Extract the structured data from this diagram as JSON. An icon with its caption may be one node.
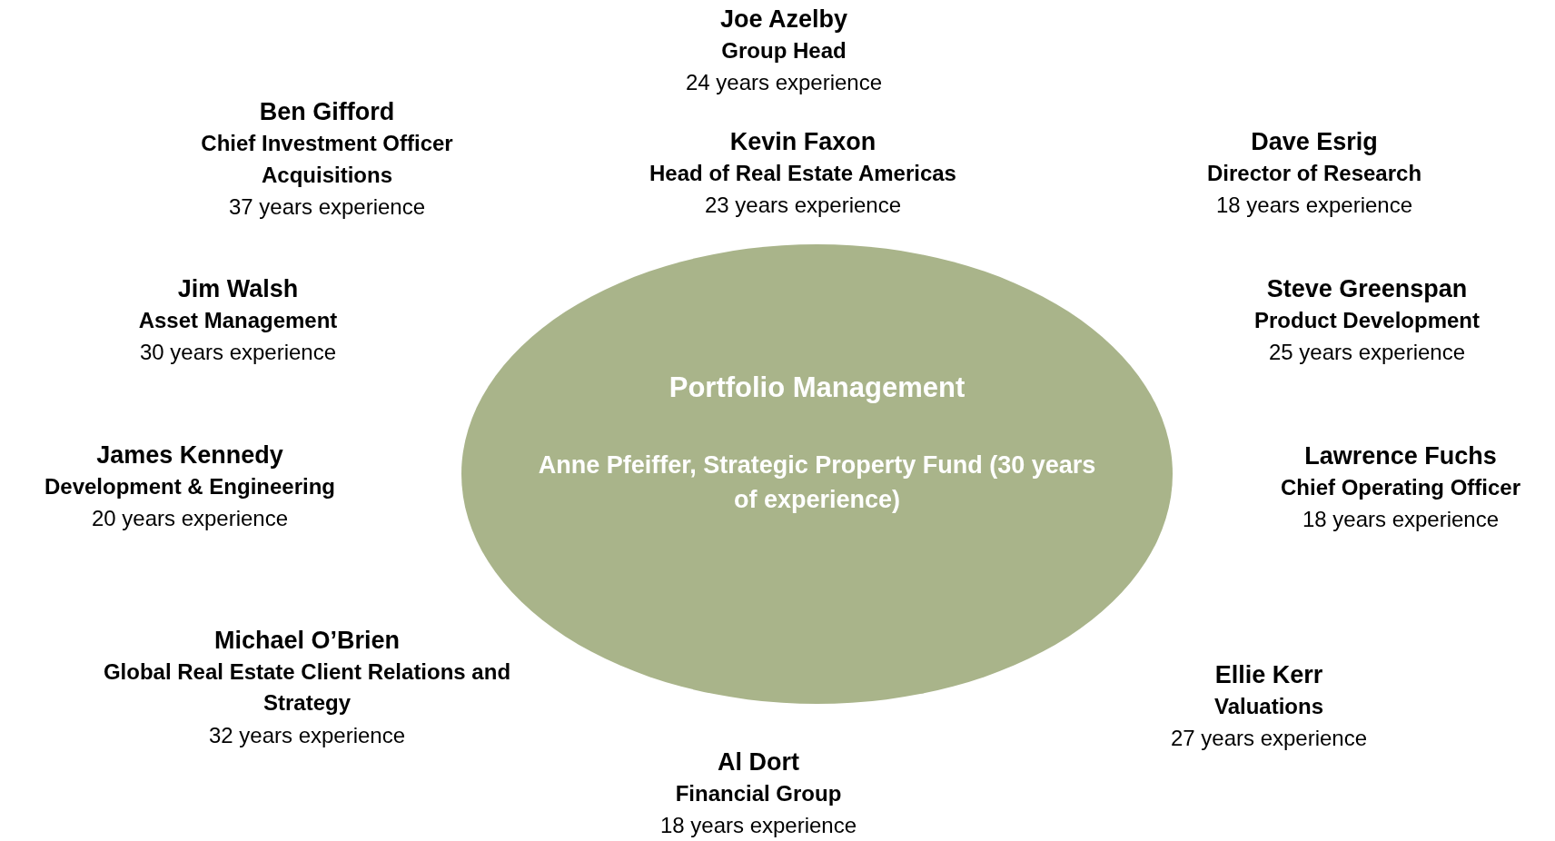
{
  "diagram": {
    "nodes": [
      {
        "text": [
          "Portfolio Management",
          "Anne Pfeiffer, Strategic Property Fund (30 years of experience)"
        ]
      }
    ],
    "labels": [
      "Joe Azelby",
      "Group Head",
      "24 years experience",
      "Ben Gifford",
      "Chief Investment Officer",
      "Acquisitions",
      "37 years experience",
      "Kevin Faxon",
      "Head of Real Estate Americas",
      "23 years experience",
      "Dave Esrig",
      "Director of Research",
      "18 years experience",
      "Jim Walsh",
      "Asset Management",
      "30 years experience",
      "Steve Greenspan",
      "Product Development",
      "25 years experience",
      "James Kennedy",
      "Development & Engineering",
      "20 years experience",
      "Lawrence Fuchs",
      "Chief Operating Officer",
      "18 years experience",
      "Michael O’Brien",
      "Global Real Estate Client Relations and Strategy",
      "32 years experience",
      "Ellie Kerr",
      "Valuations",
      "27 years experience",
      "Al Dort",
      "Financial Group",
      "18 years experience"
    ]
  }
}
